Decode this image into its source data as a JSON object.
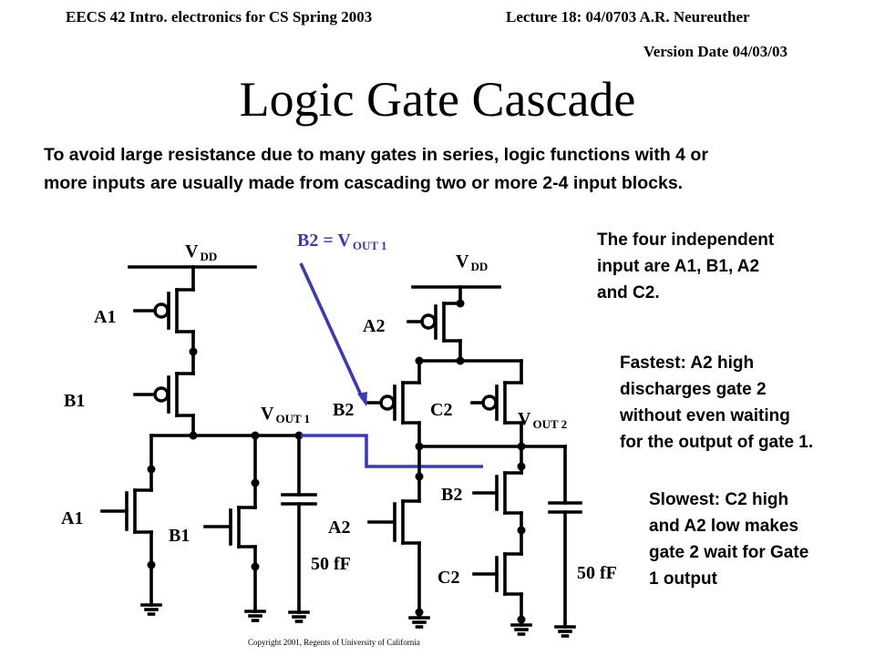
{
  "header": {
    "course": "EECS 42   Intro. electronics for CS Spring 2003",
    "lecture": "Lecture 18: 04/0703 A.R. Neureuther",
    "version": "Version  Date 04/03/03"
  },
  "title": "Logic Gate Cascade",
  "intro": {
    "line1": "To avoid large resistance due to many gates in series, logic functions with 4 or",
    "line2": "more inputs are usually made from cascading two or more 2-4 input blocks."
  },
  "notes": {
    "independent": [
      "The four independent",
      "input are A1, B1, A2",
      "and C2."
    ],
    "fastest": [
      "Fastest: A2 high",
      "discharges gate 2",
      "without even waiting",
      "for the output of gate 1."
    ],
    "slowest": [
      "Slowest: C2 high",
      "and A2 low makes",
      "gate 2 wait for Gate",
      "1 output"
    ]
  },
  "circuit": {
    "vdd": "V",
    "vdd_sub": "DD",
    "vout": "V",
    "out1_sub": "OUT 1",
    "out2_sub": "OUT 2",
    "b2_eq": "B2 = V",
    "b2_eq_sub": "OUT 1",
    "a1": "A1",
    "b1": "B1",
    "a2": "A2",
    "b2": "B2",
    "c2": "C2",
    "cap1": "50 fF",
    "cap2": "50 fF"
  },
  "colors": {
    "accent_blue": "#3a3ab8"
  },
  "copyright": "Copyright 2001, Regents of University of California"
}
